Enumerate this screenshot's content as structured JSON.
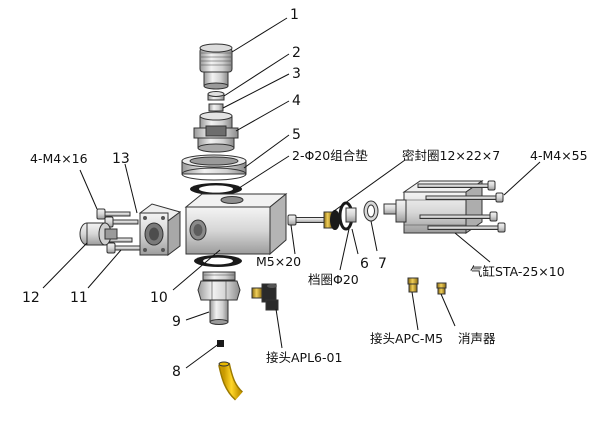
{
  "callouts": {
    "c1": "1",
    "c2": "2",
    "c3": "3",
    "c4": "4",
    "c5": "5",
    "c6": "6",
    "c7": "7",
    "c8": "8",
    "c9": "9",
    "c10": "10",
    "c11": "11",
    "c12": "12",
    "c13": "13"
  },
  "labels": {
    "washer_pair": "2-Φ20组合垫",
    "seal_ring": "密封圈12×22×7",
    "screws_left": "4-M4×16",
    "screws_right": "4-M4×55",
    "screw_m5": "M5×20",
    "retaining_ring": "档圈Φ20",
    "cylinder": "气缸STA-25×10",
    "fitting_apc": "接头APC-M5",
    "silencer": "消声器",
    "fitting_apl": "接头APL6-01"
  },
  "colors": {
    "metal_light": "#e8e8e8",
    "metal_mid": "#c9c9c9",
    "metal_dark": "#8c8c8c",
    "rubber": "#1a1a1a",
    "brass": "#c9a227",
    "hose_yellow": "#f2c200",
    "text": "#111111"
  }
}
